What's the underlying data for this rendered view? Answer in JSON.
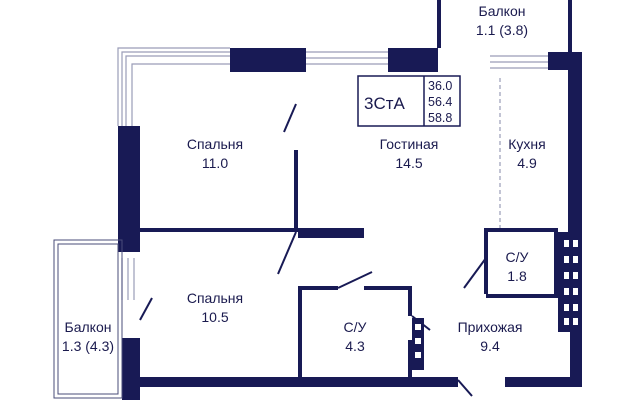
{
  "colors": {
    "wall": "#181a55",
    "thin_wall": "#4a4c7a",
    "background": "#ffffff",
    "light_line": "#9a9cb8"
  },
  "badge": {
    "type": "3СтА",
    "areas": [
      "36.0",
      "56.4",
      "58.8"
    ]
  },
  "rooms": [
    {
      "id": "balcony-top",
      "name": "Балкон",
      "area": "1.1 (3.8)"
    },
    {
      "id": "bedroom-1",
      "name": "Спальня",
      "area": "11.0"
    },
    {
      "id": "living-room",
      "name": "Гостиная",
      "area": "14.5"
    },
    {
      "id": "kitchen",
      "name": "Кухня",
      "area": "4.9"
    },
    {
      "id": "bathroom-small",
      "name": "С/У",
      "area": "1.8"
    },
    {
      "id": "bedroom-2",
      "name": "Спальня",
      "area": "10.5"
    },
    {
      "id": "bathroom-large",
      "name": "С/У",
      "area": "4.3"
    },
    {
      "id": "hallway",
      "name": "Прихожая",
      "area": "9.4"
    },
    {
      "id": "balcony-left",
      "name": "Балкон",
      "area": "1.3 (4.3)"
    }
  ]
}
